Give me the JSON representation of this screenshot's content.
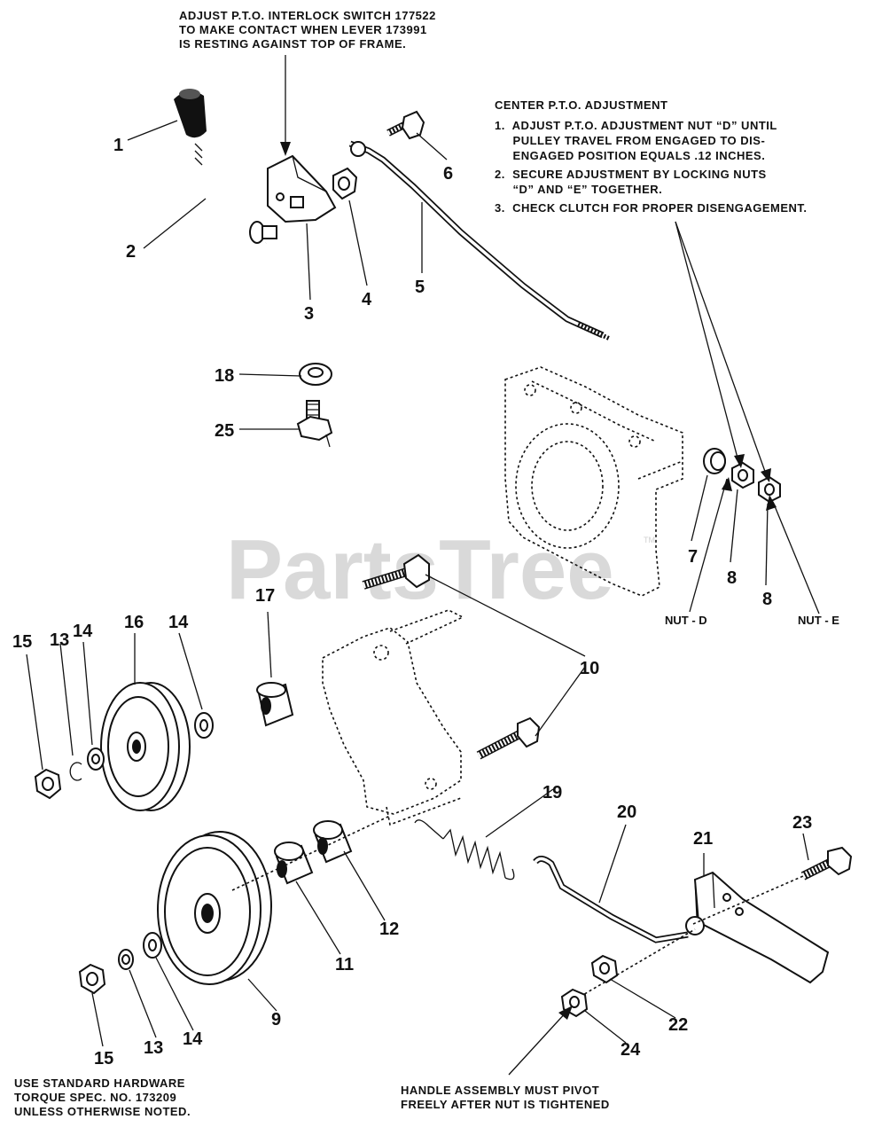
{
  "watermark": {
    "text": "PartsTree",
    "tm": "TM"
  },
  "notes": {
    "interlock": [
      "ADJUST P.T.O. INTERLOCK SWITCH 177522",
      "TO MAKE CONTACT WHEN LEVER 173991",
      "IS RESTING AGAINST TOP OF FRAME."
    ],
    "center_pto_title": "CENTER P.T.O. ADJUSTMENT",
    "center_pto_steps": [
      "1.  ADJUST P.T.O. ADJUSTMENT NUT “D” UNTIL",
      "     PULLEY TRAVEL FROM ENGAGED TO DIS-",
      "     ENGAGED POSITION EQUALS .12 INCHES.",
      "2.  SECURE ADJUSTMENT BY LOCKING NUTS",
      "     “D” AND “E” TOGETHER.",
      "3.  CHECK CLUTCH FOR PROPER DISENGAGEMENT."
    ],
    "hardware": [
      "USE STANDARD HARDWARE",
      "TORQUE SPEC. NO. 173209",
      "UNLESS OTHERWISE NOTED."
    ],
    "handle": [
      "HANDLE ASSEMBLY MUST PIVOT",
      "FREELY AFTER NUT IS TIGHTENED"
    ]
  },
  "nut_labels": {
    "nut_d": "NUT - D",
    "nut_e": "NUT - E"
  },
  "callouts": {
    "c1": "1",
    "c2": "2",
    "c3": "3",
    "c4": "4",
    "c5": "5",
    "c6": "6",
    "c7": "7",
    "c8a": "8",
    "c8b": "8",
    "c9": "9",
    "c10": "10",
    "c11": "11",
    "c12": "12",
    "c13a": "13",
    "c13b": "13",
    "c14a": "14",
    "c14b": "14",
    "c14c": "14",
    "c15a": "15",
    "c15b": "15",
    "c16": "16",
    "c17": "17",
    "c18": "18",
    "c19": "19",
    "c20": "20",
    "c21": "21",
    "c22": "22",
    "c23": "23",
    "c24": "24",
    "c25": "25"
  }
}
